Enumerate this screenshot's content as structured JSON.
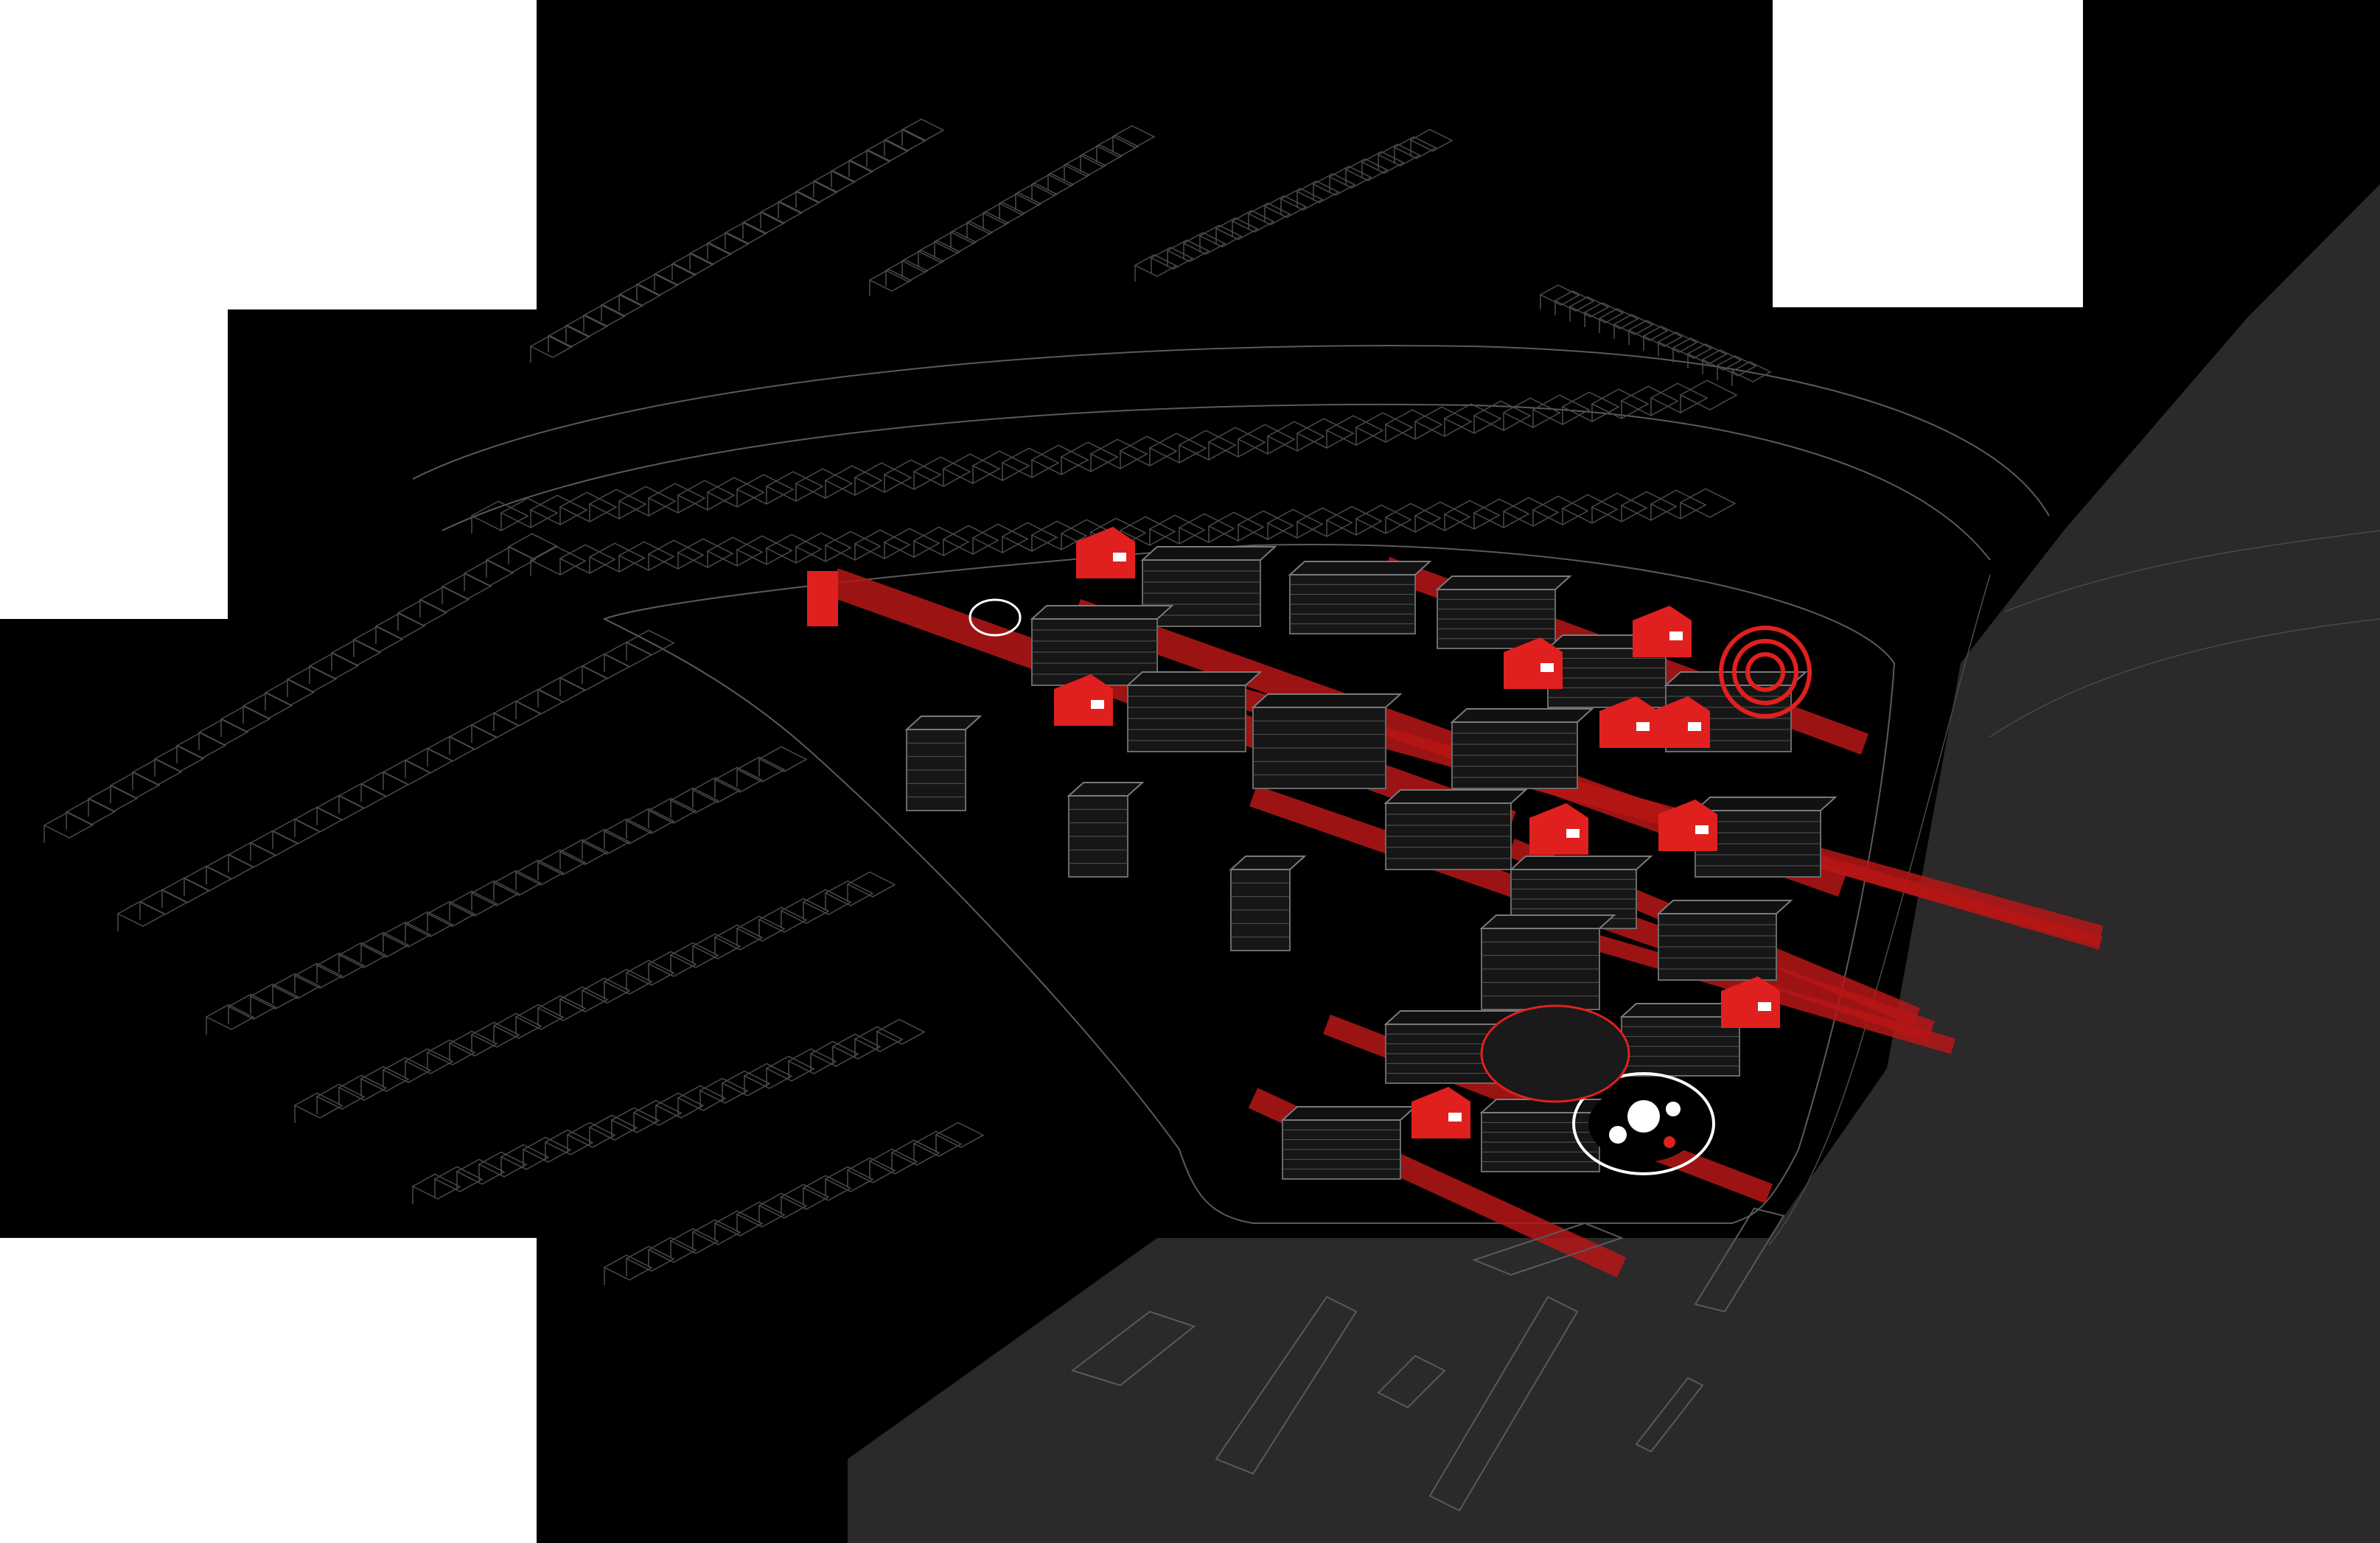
{
  "map": {
    "style": "axonometric-urban-site-diagram",
    "colors": {
      "background": "#000000",
      "river_area": "#2b2929",
      "highlight": "#e0201f",
      "outline": "#5a5a5a",
      "paper": "#ffffff"
    },
    "layers": [
      "surrounding-terraced-housing",
      "estate-towers",
      "red-activity-strips",
      "red-pavilions",
      "river-bank"
    ]
  }
}
